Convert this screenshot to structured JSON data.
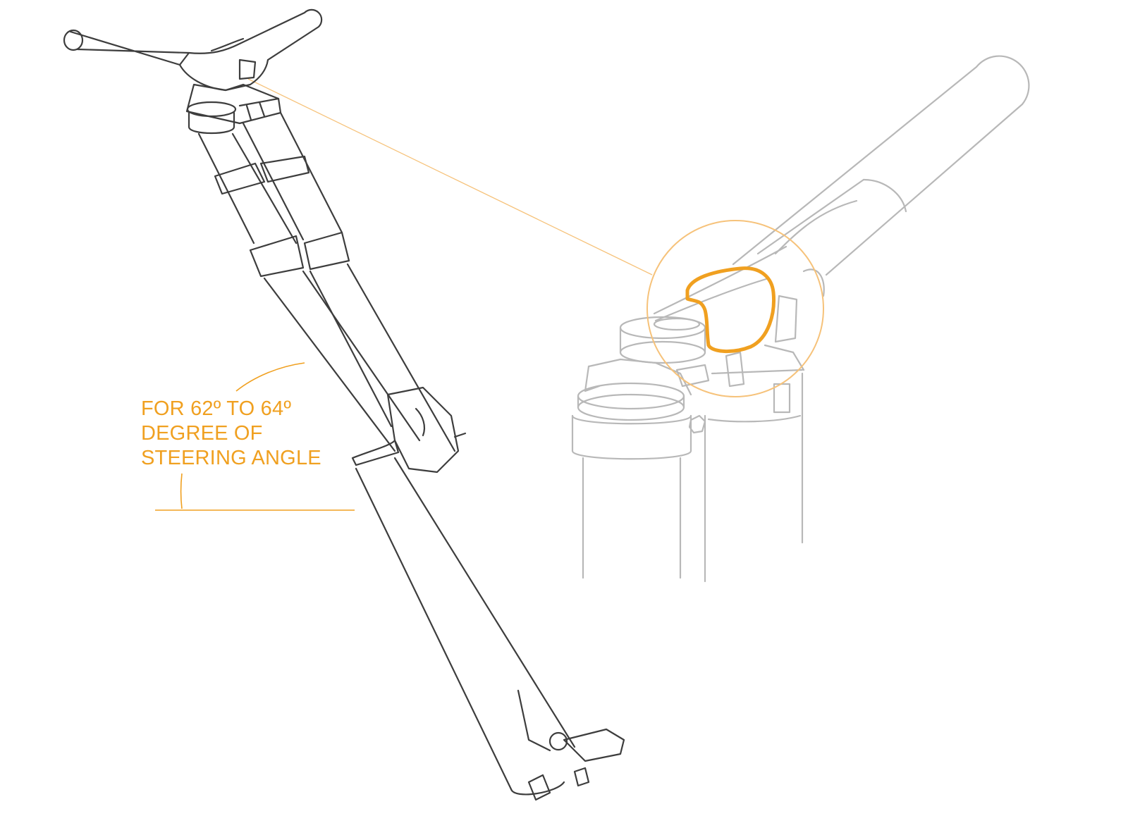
{
  "colors": {
    "accent": "#f0a020",
    "line_dark": "#3d3d3d",
    "line_light": "#b8b8b8",
    "background": "#ffffff"
  },
  "callout": {
    "lines": [
      "FOR 62º TO 64º",
      "DEGREE OF",
      "STEERING ANGLE"
    ]
  },
  "figures": {
    "main": "fork-with-handlebar-drawing",
    "detail": "stem-clamp-detail-drawing",
    "highlight": "stem-highlight-outline"
  }
}
